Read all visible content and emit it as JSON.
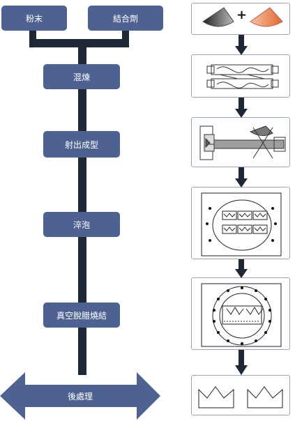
{
  "flow": {
    "powder": "粉末",
    "binder": "結合劑",
    "kneading": "混煉",
    "injection": "射出成型",
    "foaming": "淬泡",
    "sintering": "真空脫腊燒結",
    "post": "後處理"
  },
  "illustrations": {
    "plus_sign": "+",
    "colors": {
      "box_fill": "#4e6292",
      "connector": "#1e2734",
      "powder_cone": "#555555",
      "binder_cone": "#e07a4a",
      "panel_border": "#9aa7b4"
    }
  }
}
